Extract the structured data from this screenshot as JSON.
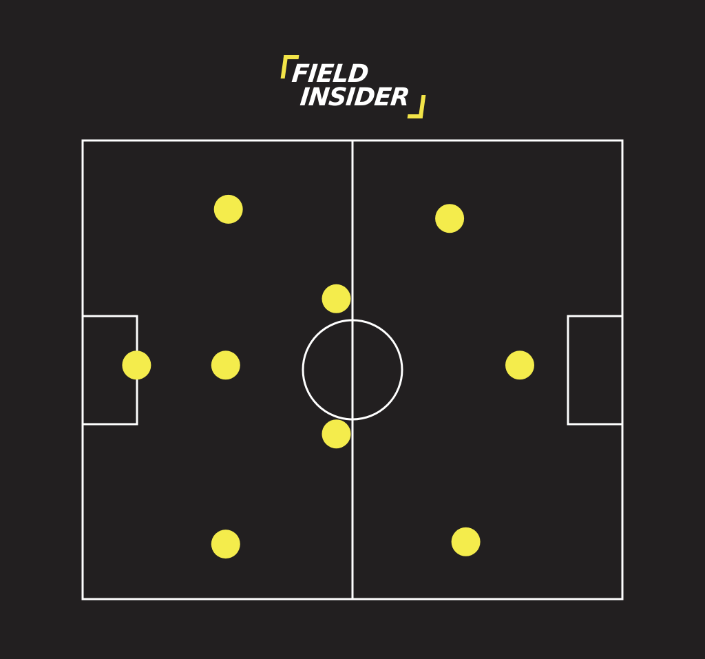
{
  "logo": {
    "line1": "FIELD",
    "line2": "INSIDER",
    "accent_color": "#f2e448",
    "text_color": "#ffffff"
  },
  "colors": {
    "background": "#221f20",
    "pitch_lines": "#ffffff",
    "player_marker": "#f4ec4c"
  },
  "players": [
    {
      "name": "player-goalkeeper",
      "fx": 0.1,
      "fy": 0.49
    },
    {
      "name": "player-left-defender-top",
      "fx": 0.27,
      "fy": 0.15
    },
    {
      "name": "player-left-defender-center",
      "fx": 0.265,
      "fy": 0.49
    },
    {
      "name": "player-left-defender-bottom",
      "fx": 0.265,
      "fy": 0.88
    },
    {
      "name": "player-midfield-top",
      "fx": 0.47,
      "fy": 0.345
    },
    {
      "name": "player-midfield-bottom",
      "fx": 0.47,
      "fy": 0.64
    },
    {
      "name": "player-right-wing-top",
      "fx": 0.68,
      "fy": 0.17
    },
    {
      "name": "player-right-wing-bottom",
      "fx": 0.71,
      "fy": 0.875
    },
    {
      "name": "player-striker",
      "fx": 0.81,
      "fy": 0.49
    }
  ]
}
